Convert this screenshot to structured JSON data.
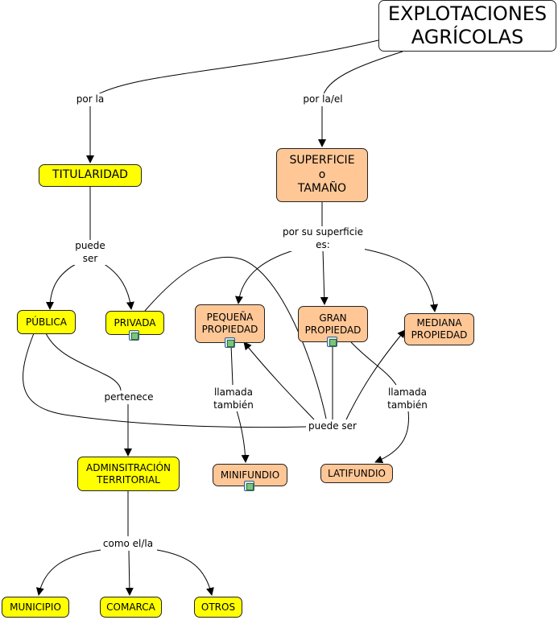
{
  "nodes": {
    "explotaciones": "EXPLOTACIONES\nAGRÍCOLAS",
    "titularidad": "TITULARIDAD",
    "superficie": "SUPERFICIE\no\nTAMAÑO",
    "publica": "PÚBLICA",
    "privada": "PRIVADA",
    "pequena": "PEQUEÑA\nPROPIEDAD",
    "gran": "GRAN\nPROPIEDAD",
    "mediana": "MEDIANA\nPROPIEDAD",
    "admin": "ADMINSITRACIÓN\nTERRITORIAL",
    "minifundio": "MINIFUNDIO",
    "latifundio": "LATIFUNDIO",
    "municipio": "MUNICIPIO",
    "comarca": "COMARCA",
    "otros": "OTROS"
  },
  "links": {
    "por_la": "por la",
    "por_la_el": "por la/el",
    "puede_ser_1": "puede\nser",
    "por_su_superficie": "por su superficie\nes:",
    "pertenece": "pertenece",
    "llamada_1": "llamada\ntambién",
    "llamada_2": "llamada\ntambién",
    "puede_ser_2": "puede ser",
    "como": "como el/la"
  },
  "colors": {
    "yellow": "#ffff00",
    "orange": "#ffc796",
    "line": "#000000"
  }
}
